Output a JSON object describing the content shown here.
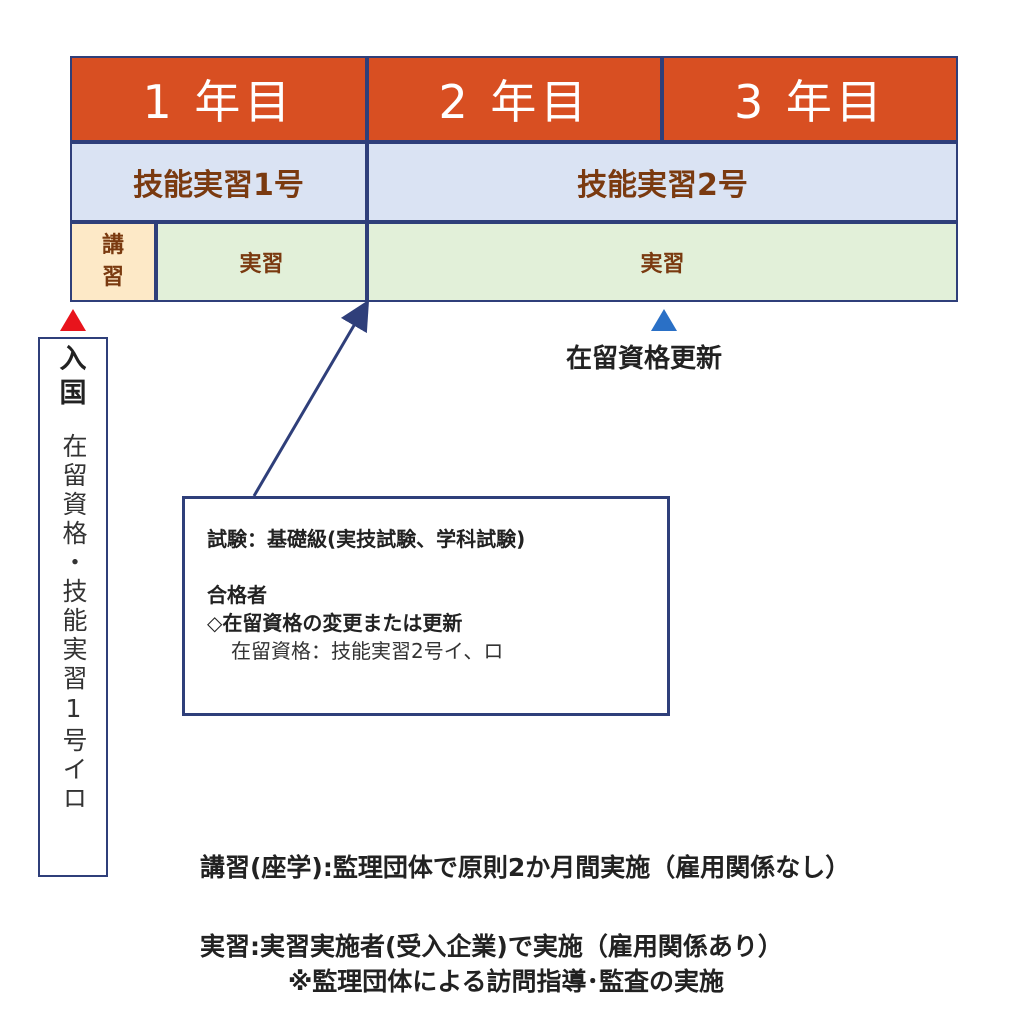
{
  "years": {
    "year1": "1 年目",
    "year2": "2 年目",
    "year3": "3 年目"
  },
  "programs": {
    "prog1": "技能実習1号",
    "prog2": "技能実習2号"
  },
  "phases": {
    "lecture_line1": "講",
    "lecture_line2": "習",
    "training1": "実習",
    "training2": "実習"
  },
  "entry": {
    "title_line1": "入",
    "title_line2": "国",
    "status_vertical": "在留資格・技能実習1号イロ"
  },
  "renewal_label": "在留資格更新",
  "exam": {
    "line1": "試験：基礎級(実技試験、学科試験)",
    "line2": "合格者",
    "line3": "◇在留資格の変更または更新",
    "line4": "在留資格：技能実習2号イ、ロ"
  },
  "notes": {
    "lecture_note": "講習(座学):監理団体で原則2か月間実施（雇用関係なし）",
    "training_note": "実習:実習実施者(受入企業)で実施（雇用関係あり）",
    "supervision_note": "※監理団体による訪問指導･監査の実施"
  },
  "colors": {
    "year_header": "#d84f22",
    "program_row": "#dae3f3",
    "training_row": "#e2f0d9",
    "lecture_cell": "#fde9c7",
    "border": "#2f3f7a",
    "entry_marker": "#e8141c",
    "renewal_marker": "#2a70c6"
  }
}
